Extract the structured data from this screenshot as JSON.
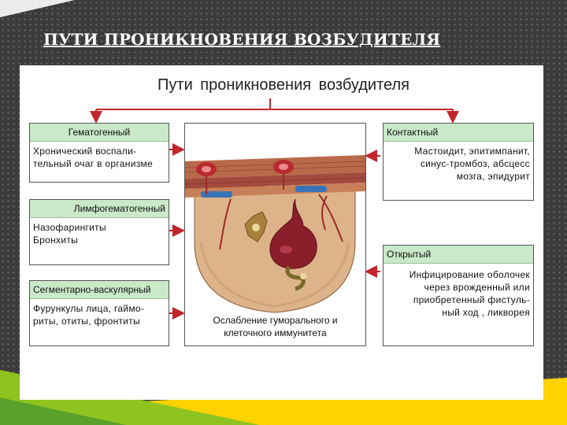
{
  "slide": {
    "title": "ПУТИ ПРОНИКНОВЕНИЯ ВОЗБУДИТЕЛЯ"
  },
  "diagram": {
    "heading": "Пути проникновения возбудителя",
    "left_boxes": [
      {
        "header": "Гематогенный",
        "body": "Хронический воспали-\nтельный очаг в организме"
      },
      {
        "header": "Лимфогематогенный",
        "body": "Назофарингиты\nБронхиты"
      },
      {
        "header": "Сегментарно-васкулярный",
        "body": "Фурункулы лица, гаймо-\nриты, отиты, фронтиты"
      }
    ],
    "right_boxes": [
      {
        "header": "Контактный",
        "body": "Мастоидит, эпитимпанит,\nсинус-тромбоз, абсцесс\nмозга, эпидурит"
      },
      {
        "header": "Открытый",
        "body": "Инфицирование оболочек\nчерез врожденный или\nприобретенный фистуль-\nный ход , ликворея"
      }
    ],
    "center_caption": "Ослабление гуморального и\nклеточного иммунитета"
  },
  "colors": {
    "arrow": "#c0262c",
    "box_header": "#c9e9c8",
    "tissue": "#ddb38a",
    "blood": "#8a1f2b"
  }
}
